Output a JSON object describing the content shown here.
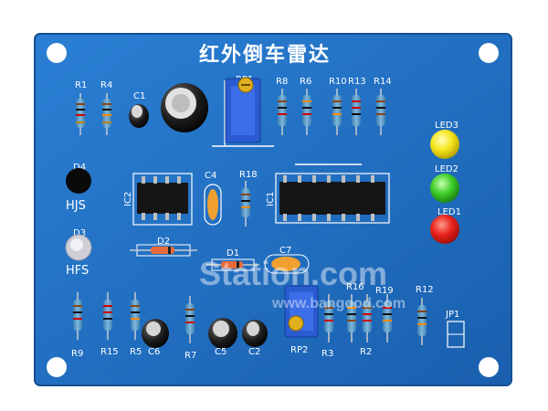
{
  "board": {
    "title": "红外倒车雷达",
    "colors": {
      "pcb": "#1f6fc2",
      "pcb_edge": "#1a63b0",
      "silk": "#ffffff"
    }
  },
  "labels": {
    "r1": "R1",
    "r4": "R4",
    "c1": "C1",
    "rp1": "RP1",
    "r8": "R8",
    "r6": "R6",
    "r10": "R10",
    "r13": "R13",
    "r14": "R14",
    "led3": "LED3",
    "led2": "LED2",
    "led1": "LED1",
    "d4": "D4",
    "hjs": "HJS",
    "d3": "D3",
    "hfs": "HFS",
    "ic2": "IC2",
    "c4": "C4",
    "r18": "R18",
    "ic1": "IC1",
    "d2": "D2",
    "d1": "D1",
    "c7": "C7",
    "r16": "R16",
    "r19": "R19",
    "r12": "R12",
    "jp1": "JP1",
    "r9": "R9",
    "r15": "R15",
    "r5": "R5",
    "c6": "C6",
    "r7": "R7",
    "c5": "C5",
    "c2": "C2",
    "rp2": "RP2",
    "r3": "R3",
    "r2": "R2"
  },
  "watermark": {
    "main": "Station.com",
    "sub": "www.bangood.com"
  }
}
